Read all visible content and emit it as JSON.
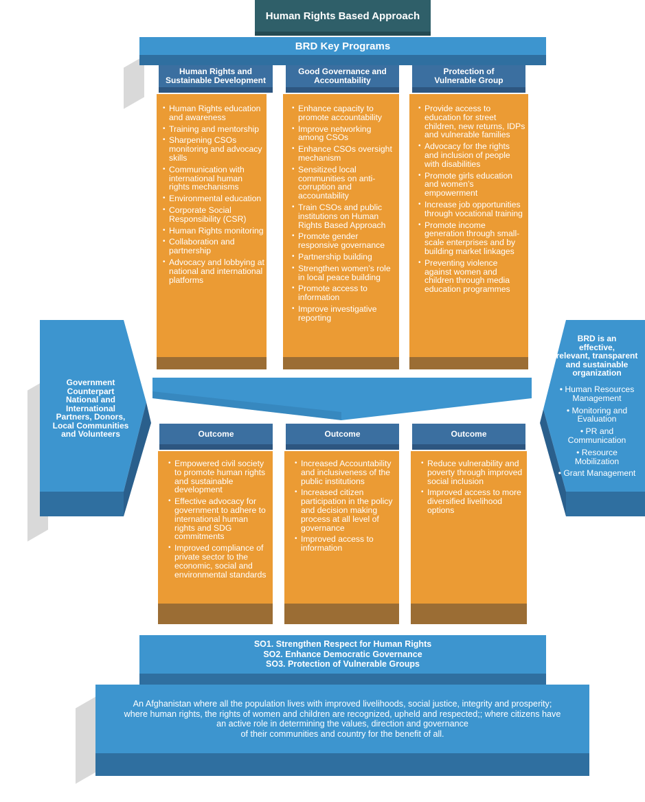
{
  "header": {
    "title": "Human Rights Based Approach"
  },
  "programs": {
    "banner": "BRD Key Programs",
    "columns": [
      {
        "title_line1": "Human Rights and",
        "title_line2": "Sustainable Development",
        "items": [
          "Human Rights education and awareness",
          "Training and mentorship",
          "Sharpening CSOs monitoring and advocacy skills",
          "Communication with international human rights mechanisms",
          "Environmental education",
          "Corporate Social Responsibility (CSR)",
          "Human Rights monitoring",
          "Collaboration and partnership",
          "Advocacy and lobbying at national and international platforms"
        ]
      },
      {
        "title_line1": "Good Governance and",
        "title_line2": "Accountability",
        "items": [
          "Enhance capacity to promote accountability",
          "Improve networking among CSOs",
          "Enhance CSOs oversight mechanism",
          "Sensitized local communities on anti-corruption and accountability",
          "Train CSOs and public institutions on Human Rights Based Approach",
          "Promote gender responsive governance",
          "Partnership building",
          "Strengthen women’s role in local peace building",
          "Promote access to information",
          "Improve investigative reporting"
        ]
      },
      {
        "title_line1": "Protection of",
        "title_line2": "Vulnerable Group",
        "items": [
          "Provide access to education for street children, new returns, IDPs and vulnerable families",
          "Advocacy for the rights and inclusion of people with disabilities",
          "Promote girls education and women’s empowerment",
          "Increase job opportunities through vocational training",
          "Promote income generation through small-scale enterprises and by building market linkages",
          "Preventing violence against women and children through media education programmes"
        ]
      }
    ]
  },
  "outcomes": {
    "columns": [
      {
        "title": "Outcome",
        "items": [
          "Empowered civil society to promote human rights and sustainable development",
          "Effective advocacy for government to adhere to international human rights and SDG commitments",
          "Improved compliance of private sector to the economic, social and environmental standards"
        ]
      },
      {
        "title": "Outcome",
        "items": [
          "Increased Accountability and inclusiveness of the public institutions",
          "Increased citizen participation in the policy and decision making process at all level of governance",
          "Improved access to information"
        ]
      },
      {
        "title": "Outcome",
        "items": [
          "Reduce vulnerability and poverty through improved social inclusion",
          "Improved access to more diversified livelihood options"
        ]
      }
    ]
  },
  "left_panel": {
    "lines": [
      "Government",
      "Counterpart",
      "National and",
      "International",
      "Partners, Donors,",
      "Local Communities",
      "and Volunteers"
    ]
  },
  "right_panel": {
    "title_lines": [
      "BRD is an",
      "effective,",
      "relevant, transparent",
      "and sustainable",
      "organization"
    ],
    "items": [
      "Human Resources Management",
      "Monitoring and Evaluation",
      "PR and Communication",
      "Resource Mobilization",
      "Grant Management"
    ]
  },
  "objectives": {
    "so1": "SO1. Strengthen Respect for Human Rights",
    "so2": "SO2. Enhance Democratic Governance",
    "so3": "SO3. Protection of Vulnerable Groups"
  },
  "vision": {
    "line1": "An Afghanistan where all the population lives with improved livelihoods, social justice, integrity and prosperity;",
    "line2": "where human rights, the rights of women and children are recognized, upheld and respected;; where citizens have",
    "line3": "an active role in determining the values, direction and governance",
    "line4": "of their communities and country for the benefit of all."
  },
  "colors": {
    "header_teal": "#2f5f69",
    "banner_blue": "#3d95cf",
    "column_header_blue": "#3b6fa0",
    "program_orange": "#eb9b34"
  }
}
